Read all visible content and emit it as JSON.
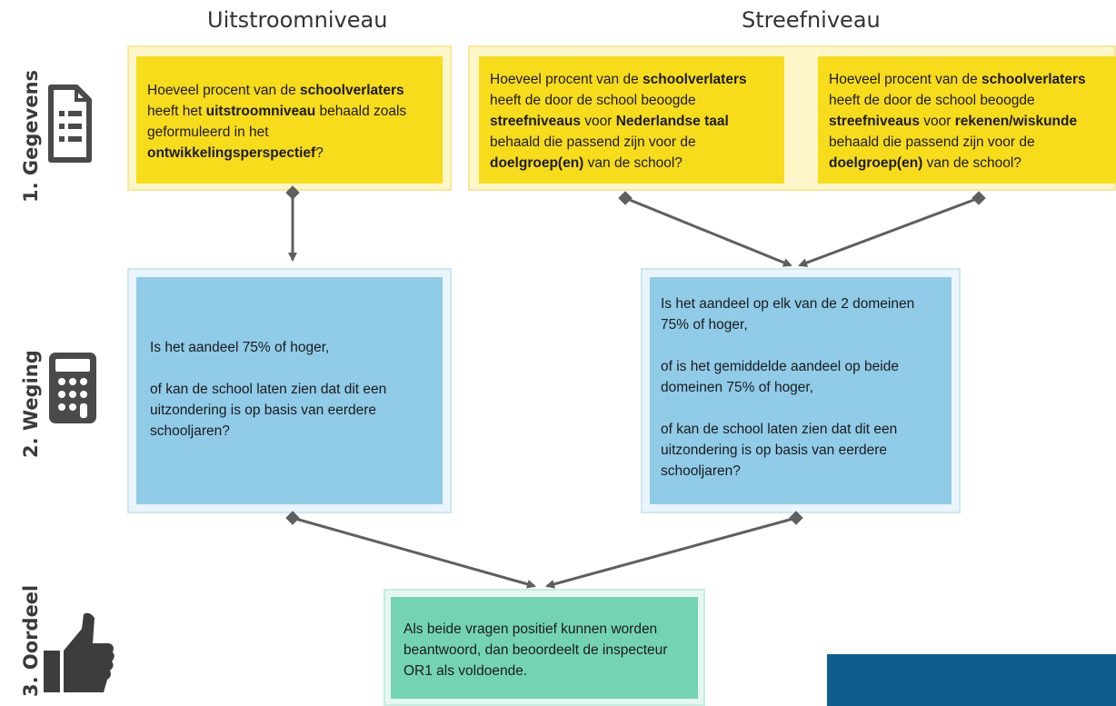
{
  "headers": {
    "left": "Uitstroomniveau",
    "right": "Streefniveau"
  },
  "rows": {
    "gegevens": "1. Gegevens",
    "weging": "2. Weging",
    "oordeel": "3. Oordeel"
  },
  "icons": {
    "gegevens": "document-icon",
    "weging": "calculator-icon",
    "oordeel": "thumbs-up-icon"
  },
  "q1": {
    "t1": "Hoeveel procent van de ",
    "b1": "schoolverlaters",
    "t2": " heeft het ",
    "b2": "uitstroomniveau",
    "t3": " behaald zoals geformuleerd in het ",
    "b3": "ontwikkelingsperspectief",
    "t4": "?"
  },
  "q2": {
    "t1": "Hoeveel procent van de ",
    "b1": "schoolverlaters",
    "t2": " heeft de door de school beoogde ",
    "b2": "streefniveaus",
    "t3": " voor ",
    "b3": "Nederlandse taal",
    "t4": " behaald die passend zijn voor de ",
    "b4": "doelgroep(en)",
    "t5": " van de school?"
  },
  "q3": {
    "t1": "Hoeveel procent van de ",
    "b1": "schoolverlaters",
    "t2": " heeft de door de school beoogde ",
    "b2": "streefniveaus",
    "t3": " voor ",
    "b3": "rekenen/wiskunde",
    "t4": " behaald die passend zijn voor de ",
    "b4": "doelgroep(en)",
    "t5": " van de school?"
  },
  "w1": {
    "p1": "Is het aandeel 75% of hoger,",
    "p2": "of kan de school laten zien dat dit een uitzondering is op basis van eerdere schooljaren?"
  },
  "w2": {
    "p1": "Is het aandeel op elk van de 2 domeinen 75% of hoger,",
    "p2": "of is het gemiddelde aandeel op beide domeinen 75% of hoger,",
    "p3": "of kan de school laten zien dat dit een uitzondering is op basis van eerdere schooljaren?"
  },
  "oordeel": {
    "text": "Als beide vragen positief kunnen worden beantwoord, dan beoordeelt de inspecteur OR1 als voldoende."
  },
  "colors": {
    "yellow": "#f7dc1b",
    "blue": "#90cbe8",
    "green": "#74d4b1",
    "arrow": "#5f5f5f"
  }
}
